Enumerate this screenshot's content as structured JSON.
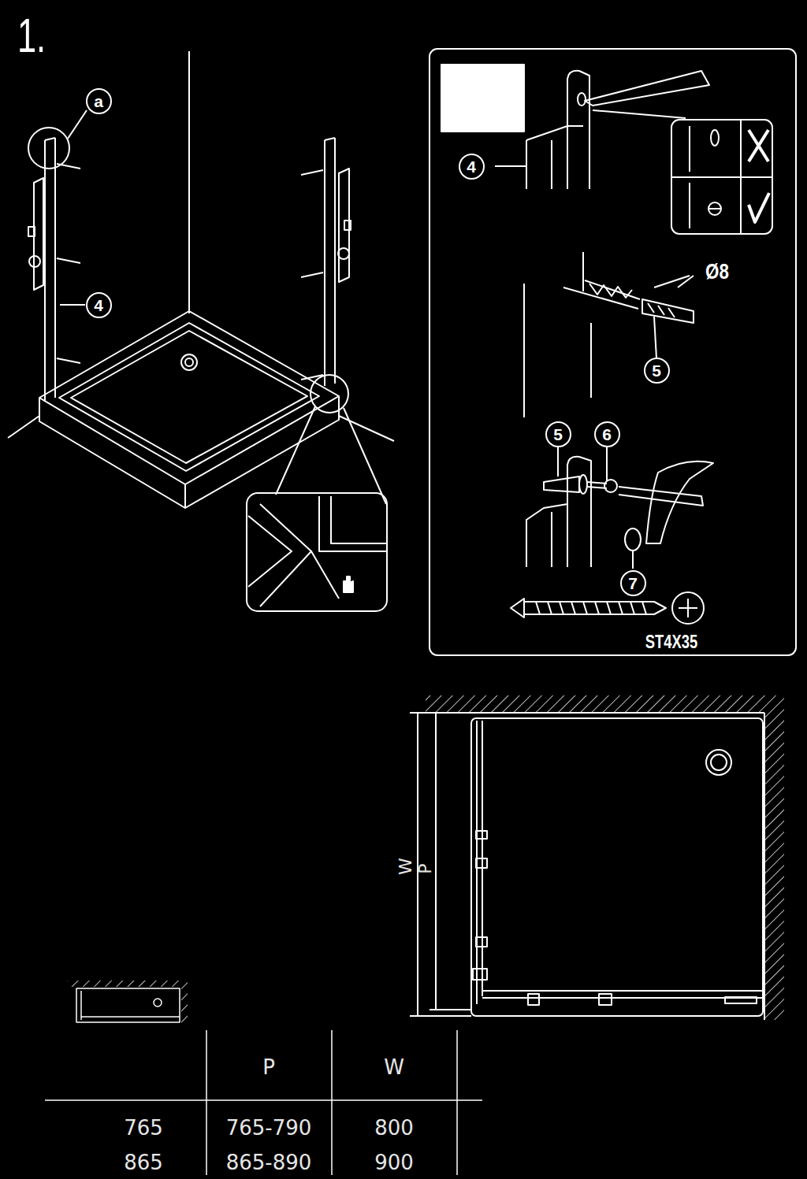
{
  "diagram": {
    "nodes": [
      {
        "text": [
          "a"
        ]
      },
      {
        "text": [
          "4"
        ]
      },
      {
        "text": [
          "4"
        ]
      },
      {
        "text": [
          "5"
        ]
      },
      {
        "text": [
          "5"
        ]
      },
      {
        "text": [
          "6"
        ]
      },
      {
        "text": [
          "7"
        ]
      }
    ],
    "labels": [
      "1.",
      "Ø8",
      "ST4X35",
      "W",
      "P",
      "P",
      "W",
      "765",
      "765-790",
      "800",
      "865",
      "865-890",
      "900"
    ]
  }
}
